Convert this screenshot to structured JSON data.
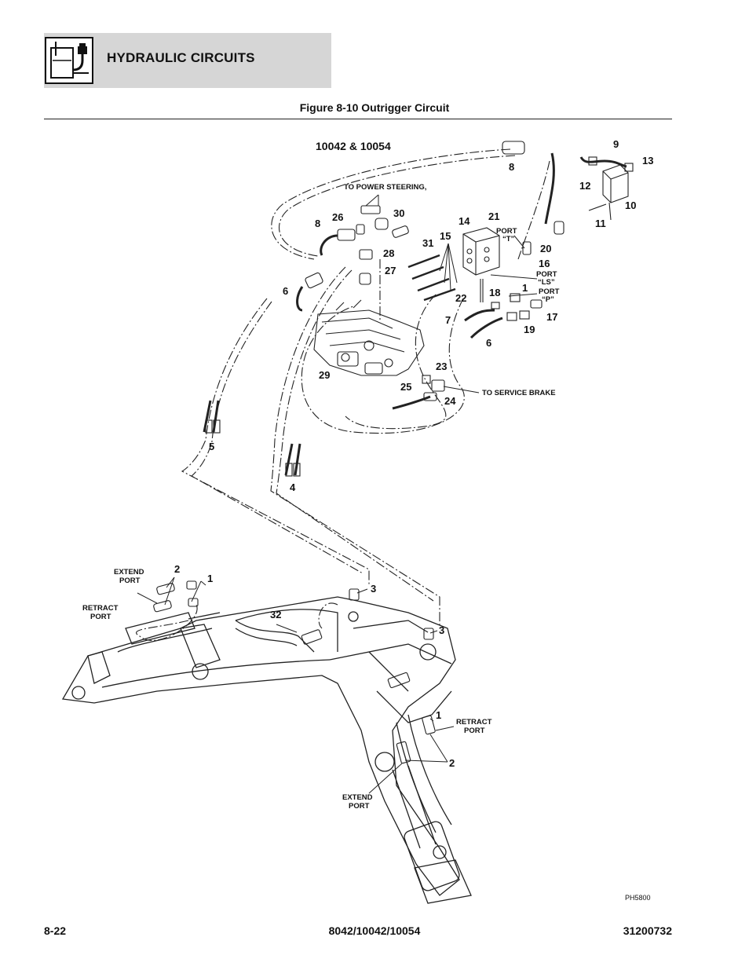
{
  "header": {
    "section_title": "HYDRAULIC CIRCUITS",
    "icon": "hydraulic-reservoir-icon"
  },
  "figure": {
    "caption": "Figure 8-10 Outrigger Circuit",
    "model_label": "10042 & 10054",
    "figure_id": "PH5800",
    "notes": {
      "power_steering": "TO POWER STEERING,",
      "service_brake": "TO SERVICE BRAKE",
      "port_t": [
        "PORT",
        "“T”"
      ],
      "port_ls": [
        "PORT",
        "“LS”"
      ],
      "port_p": [
        "PORT",
        "“P”"
      ],
      "extend_port_left": [
        "EXTEND",
        "PORT"
      ],
      "retract_port_left": [
        "RETRACT",
        "PORT"
      ],
      "retract_port_right": [
        "RETRACT",
        "PORT"
      ],
      "extend_port_bottom": [
        "EXTEND",
        "PORT"
      ]
    },
    "callouts": [
      "9",
      "13",
      "12",
      "10",
      "11",
      "8",
      "21",
      "14",
      "20",
      "16",
      "15",
      "31",
      "30",
      "26",
      "8",
      "28",
      "27",
      "6",
      "22",
      "18",
      "1",
      "17",
      "7",
      "19",
      "6",
      "29",
      "23",
      "25",
      "24",
      "5",
      "4",
      "2",
      "1",
      "3",
      "32",
      "3",
      "1",
      "2"
    ]
  },
  "footer": {
    "page_number": "8-22",
    "models": "8042/10042/10054",
    "doc_number": "31200732"
  }
}
